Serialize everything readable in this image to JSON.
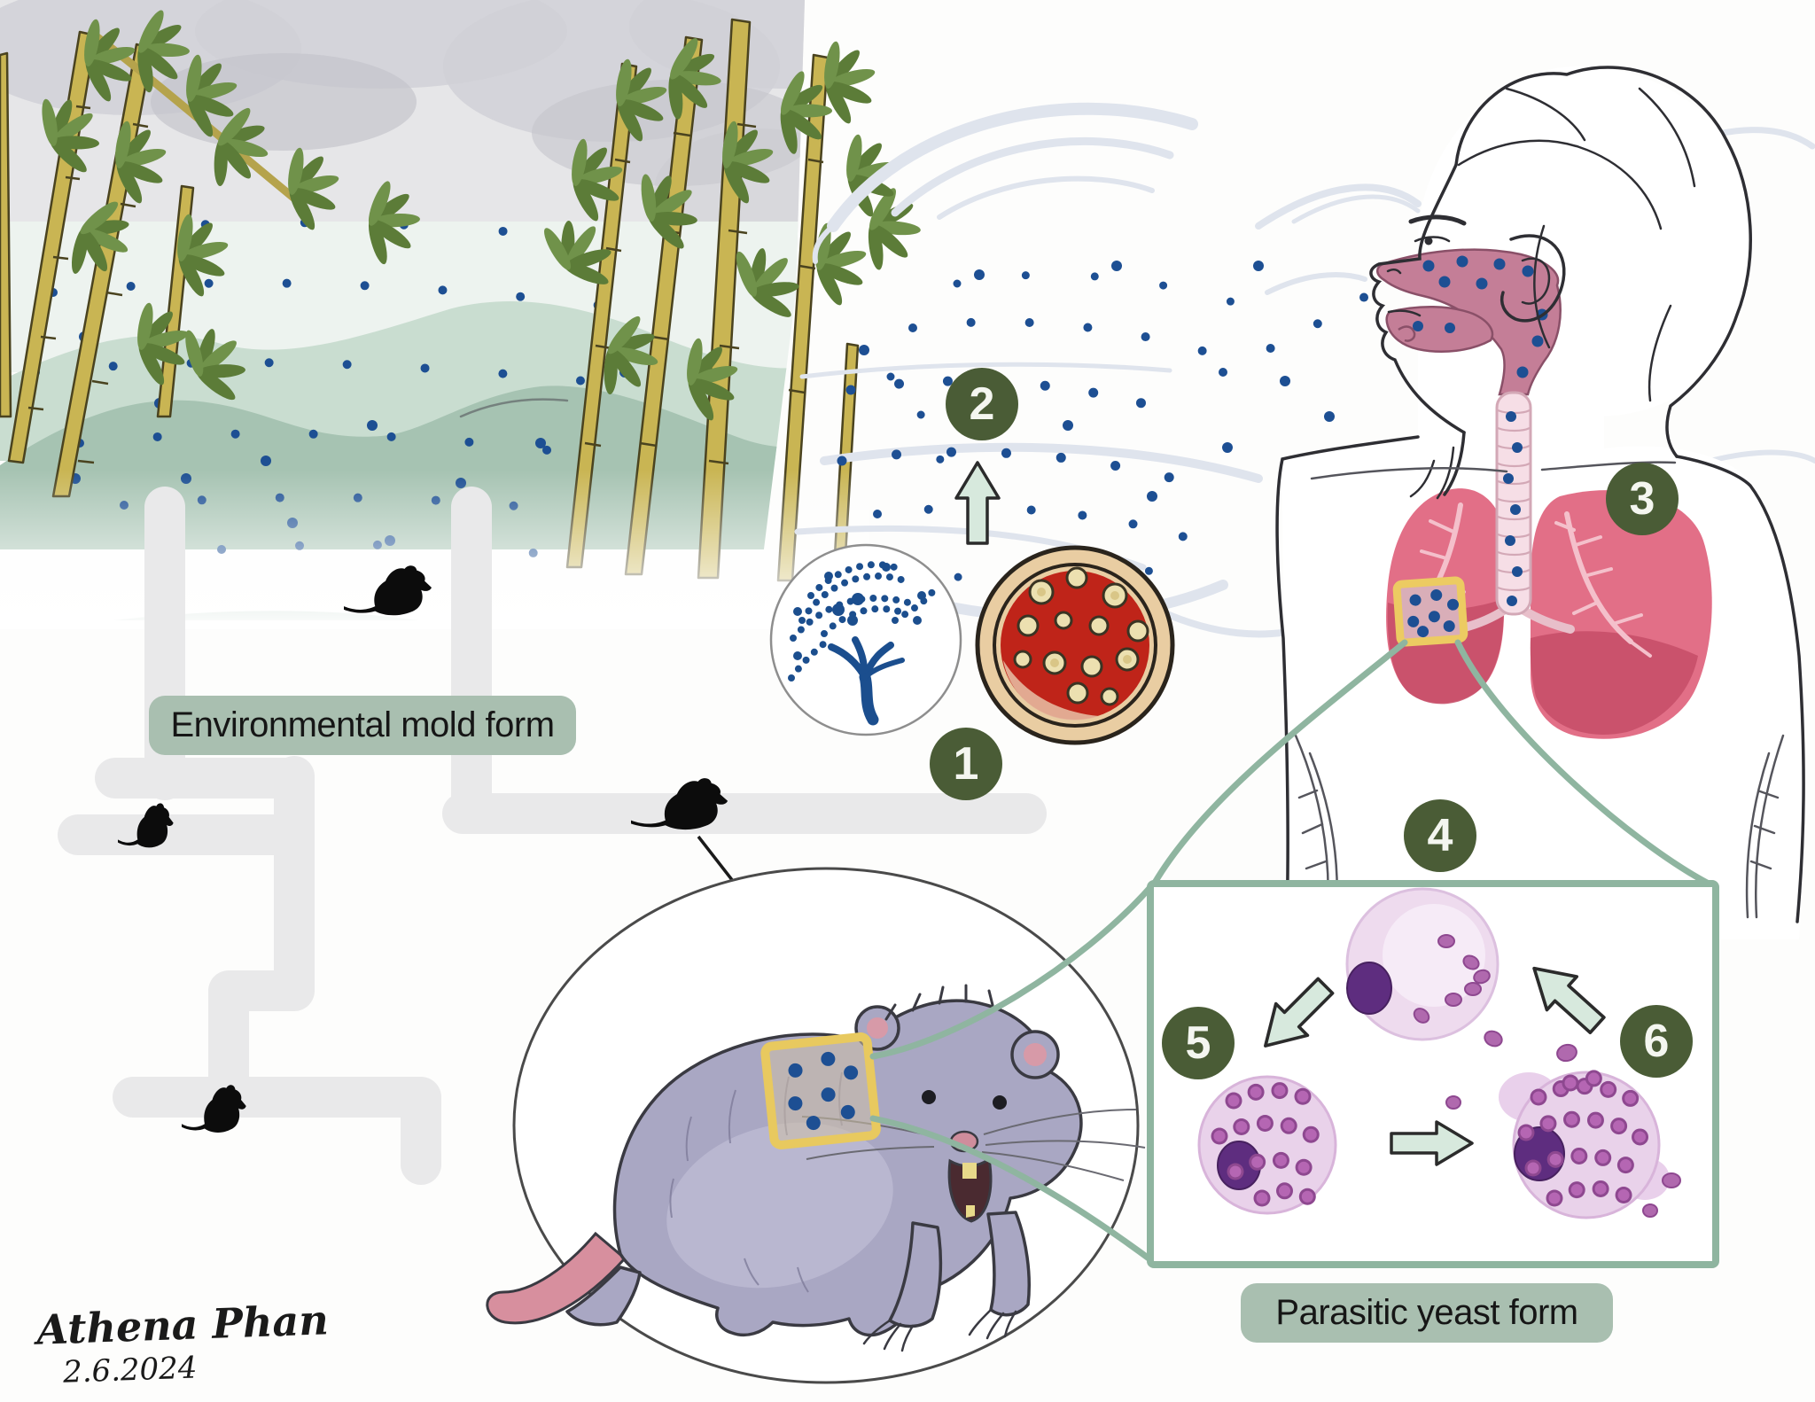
{
  "stage_labels": {
    "environmental": "Environmental mold form",
    "parasitic": "Parasitic yeast form"
  },
  "steps": [
    {
      "number": "1"
    },
    {
      "number": "2"
    },
    {
      "number": "3"
    },
    {
      "number": "4"
    },
    {
      "number": "5"
    },
    {
      "number": "6"
    }
  ],
  "signature": {
    "artist": "Athena Phan",
    "date": "2.6.2024"
  },
  "icons": {
    "spore_dot": "navy circle",
    "wind_swirl": "curved gray stroke",
    "arrow": "light-green block arrow",
    "rat_silhouette": "black rodent shape"
  },
  "colors": {
    "badge_green": "#4a5c36",
    "label_sage": "#a9bfb0",
    "box_border": "#8fb5a0",
    "spore_navy": "#1d4f93",
    "mold_blue": "#1b4e8e",
    "agar_red": "#bf2419",
    "dish_tan": "#e9cda2",
    "lung_pink": "#e26f87",
    "airway_rose": "#c47e97",
    "cell_body": "#eedbee",
    "nucleus_purple": "#5e2d7f",
    "yeast_purple": "#b069ae",
    "arrow_mint": "#d7e9dd",
    "tunnel_gray": "#e9e9ea",
    "bamboo": "#c9b553"
  }
}
